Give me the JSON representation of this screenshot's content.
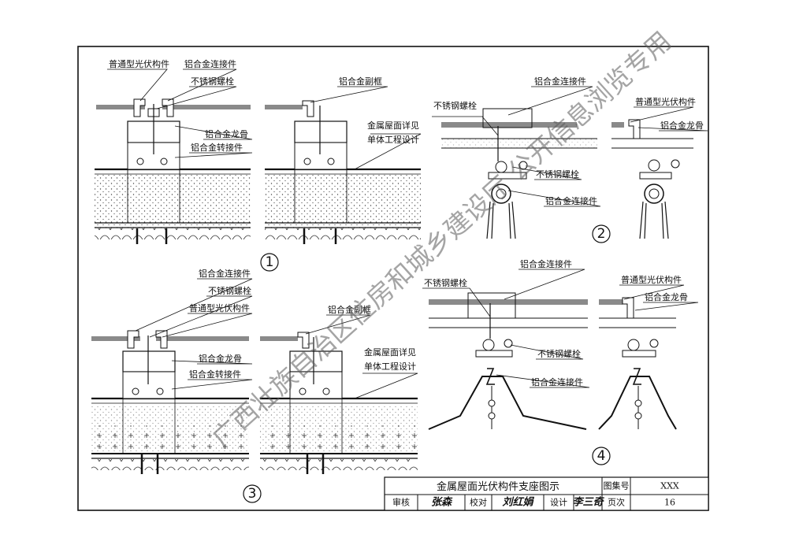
{
  "labels": {
    "pv_module": "普通型光伏构件",
    "connector": "铝合金连接件",
    "bolt": "不锈钢螺栓",
    "purlin": "铝合金龙骨",
    "adapter": "铝合金转接件",
    "sub_frame": "铝合金副框",
    "roof_note_1": "金属屋面详见",
    "roof_note_2": "单体工程设计"
  },
  "details": [
    "1",
    "2",
    "3",
    "4"
  ],
  "title_block": {
    "title": "金属屋面光伏构件支座图示",
    "atlas_label": "图集号",
    "atlas_no": "XXX",
    "review_label": "审核",
    "review_sig": "张森",
    "check_label": "校对",
    "check_sig": "刘红娟",
    "design_label": "设计",
    "design_sig": "李三奇",
    "page_label": "页次",
    "page_no": "16"
  },
  "watermark": "广西壮族自治区住房和城乡建设厅 公开信息浏览专用",
  "colors": {
    "line": "#111111",
    "panel": "#8a8a8a",
    "watermark": "#5a5a5a"
  }
}
